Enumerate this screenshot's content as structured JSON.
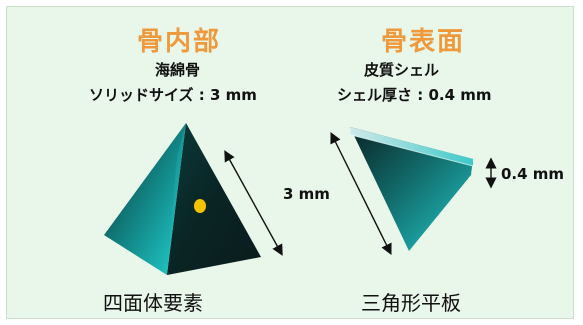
{
  "left": {
    "heading": "骨内部",
    "line1": "海綿骨",
    "line2": "ソリッドサイズ : 3 mm",
    "caption": "四面体要素"
  },
  "right": {
    "heading": "骨表面",
    "line1": "皮質シェル",
    "line2": "シェル厚さ : 0.4 mm",
    "caption": "三角形平板"
  },
  "dimension_size": "3 mm",
  "dimension_thickness": "0.4 mm",
  "colors": {
    "background": "#e8f7e9",
    "heading": "#ee9a3c",
    "cyan": "#1ec8c8",
    "dark": "#0a2a2a",
    "node": "#f2c200"
  }
}
